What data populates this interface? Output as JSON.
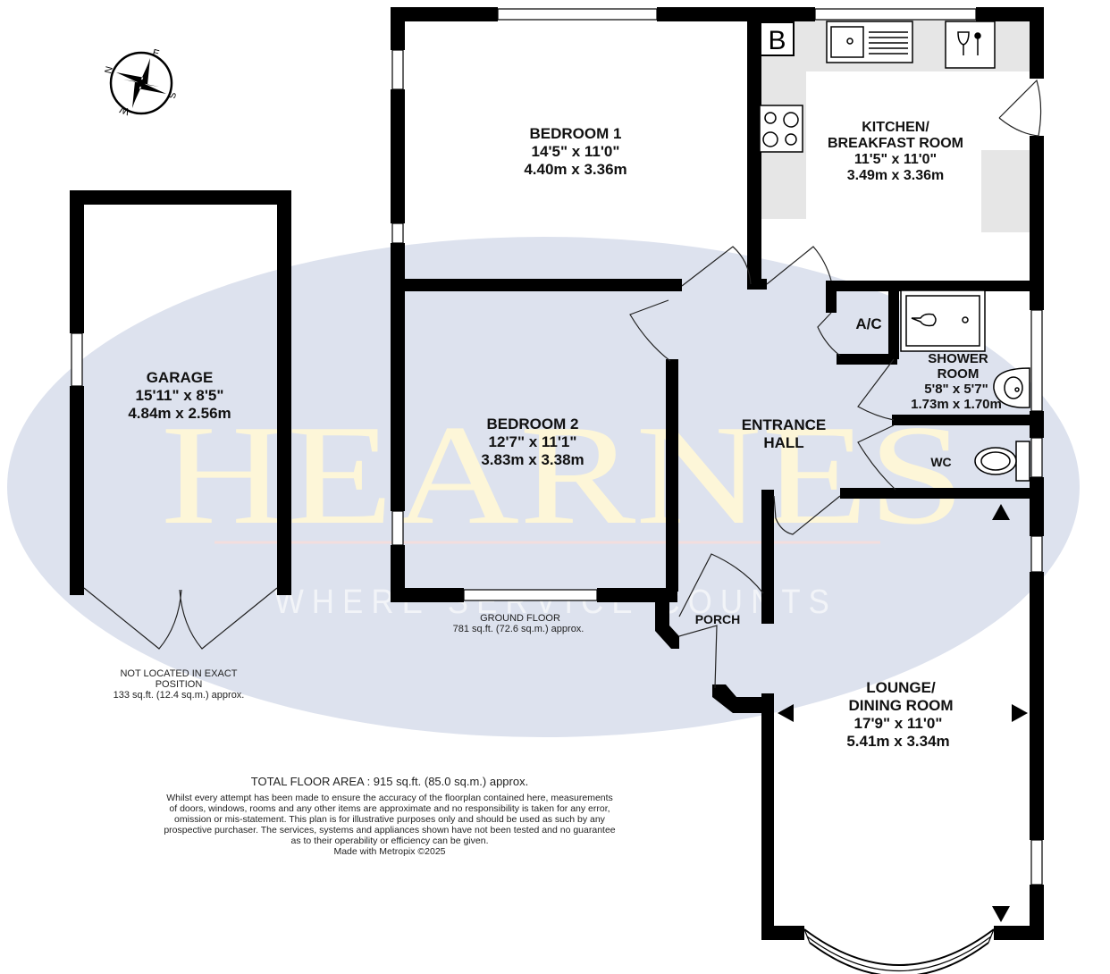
{
  "watermark": {
    "brand": "HEARNES",
    "tagline": "WHERE SERVICE COUNTS"
  },
  "rooms": {
    "bedroom1": {
      "name": "BEDROOM 1",
      "imperial": "14'5\"  x 11'0\"",
      "metric": "4.40m  x 3.36m"
    },
    "kitchen": {
      "name_line1": "KITCHEN/",
      "name_line2": "BREAKFAST ROOM",
      "imperial": "11'5\"  x 11'0\"",
      "metric": "3.49m  x 3.36m"
    },
    "garage": {
      "name": "GARAGE",
      "imperial": "15'11\"  x 8'5\"",
      "metric": "4.84m  x 2.56m"
    },
    "bedroom2": {
      "name": "BEDROOM 2",
      "imperial": "12'7\"  x 11'1\"",
      "metric": "3.83m  x 3.38m"
    },
    "entrance_hall": {
      "name_line1": "ENTRANCE",
      "name_line2": "HALL"
    },
    "shower_room": {
      "name_line1": "SHOWER",
      "name_line2": "ROOM",
      "imperial": "5'8\"  x 5'7\"",
      "metric": "1.73m  x 1.70m"
    },
    "ac": {
      "name": "A/C"
    },
    "wc": {
      "name": "WC"
    },
    "porch": {
      "name": "PORCH"
    },
    "lounge": {
      "name_line1": "LOUNGE/",
      "name_line2": "DINING ROOM",
      "imperial": "17'9\"  x 11'0\"",
      "metric": "5.41m  x 3.34m"
    }
  },
  "boiler_label": "B",
  "compass": {
    "n": "N",
    "e": "E",
    "s": "S",
    "w": "W"
  },
  "ground_floor": {
    "title": "GROUND FLOOR",
    "area": "781 sq.ft. (72.6 sq.m.) approx."
  },
  "garage_note": {
    "line1": "NOT LOCATED IN EXACT",
    "line2": "POSITION",
    "area": "133 sq.ft. (12.4 sq.m.) approx."
  },
  "total_area": "TOTAL FLOOR AREA : 915 sq.ft. (85.0 sq.m.) approx.",
  "disclaimer": {
    "line1": "Whilst every attempt has been made to ensure the accuracy of the floorplan contained here, measurements",
    "line2": "of doors, windows, rooms and any other items are approximate and no responsibility is taken for any error,",
    "line3": "omission or mis-statement. This plan is for illustrative purposes only and should be used as such by any",
    "line4": "prospective purchaser. The services, systems and appliances shown have not been tested and no guarantee",
    "line5": "as to their operability or efficiency can be given.",
    "line6": "Made with Metropix ©2025"
  },
  "colors": {
    "wall": "#000000",
    "watermark_oval": "#dde2ee",
    "watermark_text": "#fdf6d8",
    "worktop": "#e6e6e6"
  }
}
